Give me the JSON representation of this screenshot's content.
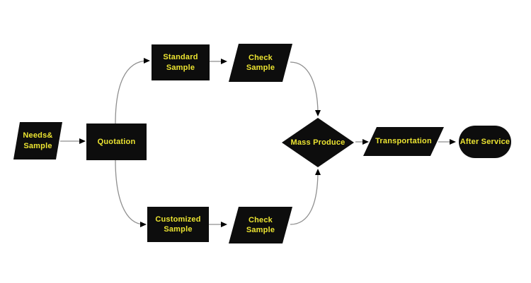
{
  "diagram": {
    "type": "flowchart",
    "nodes": {
      "needs_sample": {
        "label": "Needs&\nSample",
        "shape": "parallelogram"
      },
      "quotation": {
        "label": "Quotation",
        "shape": "rectangle"
      },
      "standard_sample": {
        "label": "Standard\nSample",
        "shape": "rectangle"
      },
      "check_sample_top": {
        "label": "Check\nSample",
        "shape": "parallelogram"
      },
      "customized_sample": {
        "label": "Customized\nSample",
        "shape": "rectangle"
      },
      "check_sample_bottom": {
        "label": "Check\nSample",
        "shape": "parallelogram"
      },
      "mass_produce": {
        "label": "Mass Produce",
        "shape": "diamond"
      },
      "transportation": {
        "label": "Transportation",
        "shape": "parallelogram"
      },
      "after_service": {
        "label": "After Service",
        "shape": "stadium"
      }
    },
    "edges": [
      {
        "from": "needs_sample",
        "to": "quotation"
      },
      {
        "from": "quotation",
        "to": "standard_sample"
      },
      {
        "from": "standard_sample",
        "to": "check_sample_top"
      },
      {
        "from": "check_sample_top",
        "to": "mass_produce"
      },
      {
        "from": "quotation",
        "to": "customized_sample"
      },
      {
        "from": "customized_sample",
        "to": "check_sample_bottom"
      },
      {
        "from": "check_sample_bottom",
        "to": "mass_produce"
      },
      {
        "from": "mass_produce",
        "to": "transportation"
      },
      {
        "from": "transportation",
        "to": "after_service"
      }
    ],
    "colors": {
      "node_fill": "#0d0d0d",
      "node_text": "#ece431",
      "connector": "#8f8f8f",
      "arrowhead": "#000000",
      "background": "#ffffff"
    }
  }
}
